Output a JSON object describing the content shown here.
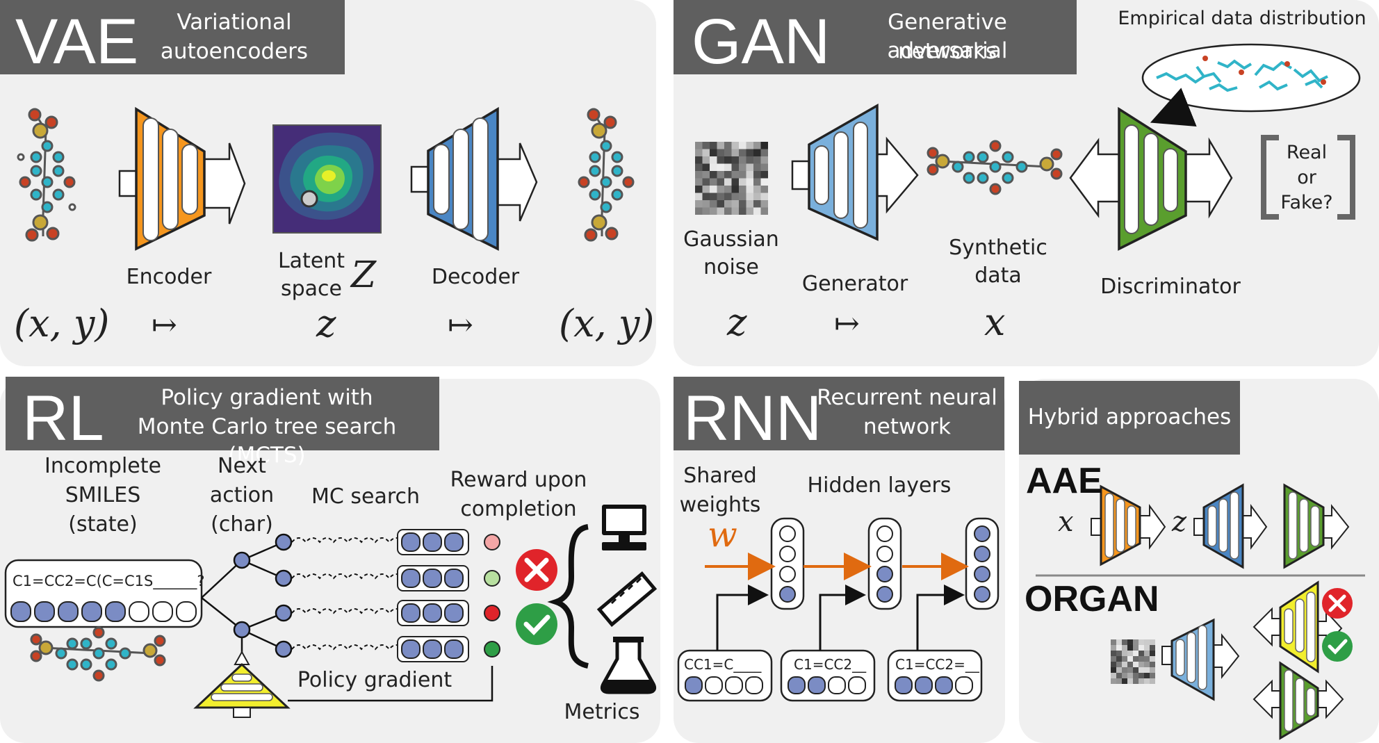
{
  "vae": {
    "abbr": "VAE",
    "title_line1": "Variational",
    "title_line2": "autoencoders",
    "encoder": "Encoder",
    "latent_line1": "Latent",
    "latent_line2": "space",
    "latent_symbol": "Z",
    "decoder": "Decoder",
    "math_input": "(x, y)",
    "mapsto1": "↦",
    "math_latent": "z",
    "mapsto2": "↦",
    "math_output": "(x, y)"
  },
  "gan": {
    "abbr": "GAN",
    "title_line1": "Generative adversarial",
    "title_line2": "networks",
    "empirical": "Empirical data distribution",
    "noise_line1": "Gaussian",
    "noise_line2": "noise",
    "generator": "Generator",
    "synthetic_line1": "Synthetic",
    "synthetic_line2": "data",
    "discriminator": "Discriminator",
    "real_line1": "Real",
    "real_line2": "or",
    "real_line3": "Fake?",
    "math_z": "z",
    "mapsto": "↦",
    "math_x": "x"
  },
  "rl": {
    "abbr": "RL",
    "title_line1": "Policy gradient with",
    "title_line2": "Monte Carlo tree search (MCTS)",
    "incomplete_line1": "Incomplete",
    "incomplete_line2": "SMILES",
    "incomplete_line3": "(state)",
    "next_line1": "Next",
    "next_line2": "action",
    "next_line3": "(char)",
    "mc_search": "MC search",
    "reward_line1": "Reward upon",
    "reward_line2": "completion",
    "smiles": "C1=CC2=C(C=C1S______?",
    "policy_gradient": "Policy gradient",
    "metrics": "Metrics"
  },
  "rnn": {
    "abbr": "RNN",
    "title_line1": "Recurrent neural",
    "title_line2": "network",
    "shared_line1": "Shared",
    "shared_line2": "weights",
    "weight_symbol": "w",
    "hidden": "Hidden layers",
    "input1": "CC1=C____",
    "input2": "C1=CC2__",
    "input3": "C1=CC2=__"
  },
  "hybrid": {
    "title": "Hybrid approaches",
    "aae": "AAE",
    "aae_x": "x",
    "aae_z": "z",
    "organ": "ORGAN"
  },
  "colors": {
    "panel": "#f0f0f0",
    "tag": "#5f5f5f",
    "encoder": "#f5961e",
    "decoder": "#4a86c4",
    "discriminator": "#5a9e2e",
    "policy": "#f2ee2e",
    "rnn_arrow": "#e06a10",
    "node": "#7b8cc4",
    "reward_wrong": "#e0242a",
    "reward_right": "#2e9e46"
  }
}
